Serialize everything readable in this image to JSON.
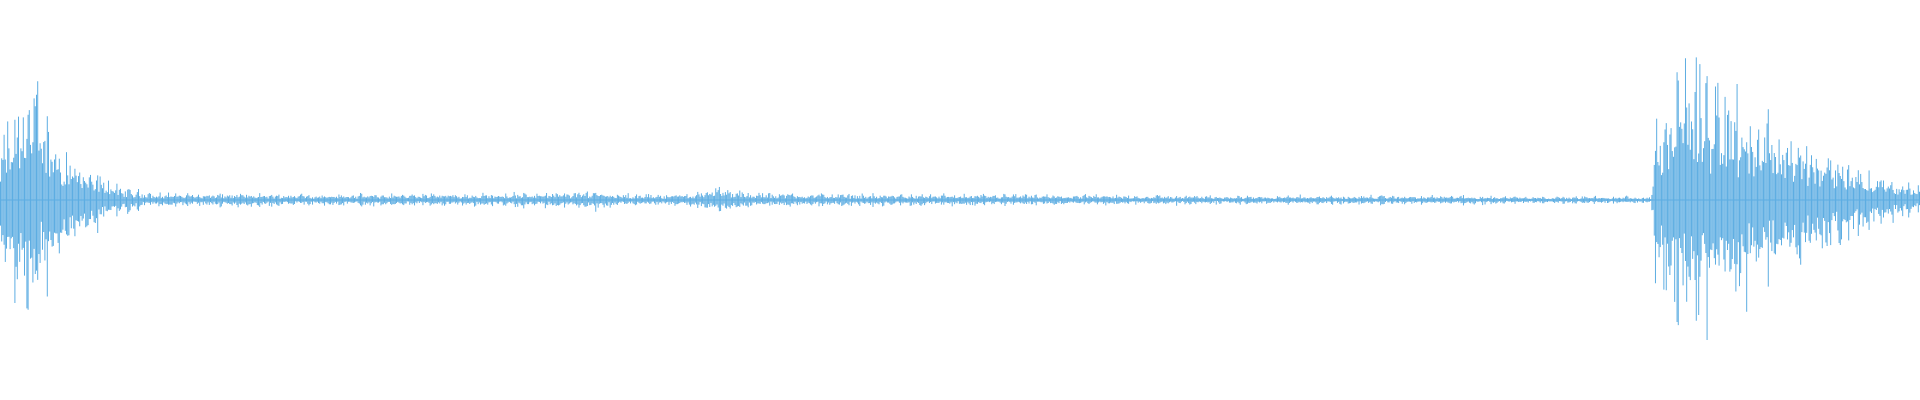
{
  "waveform": {
    "color": "#5DADE2",
    "background": "#ffffff",
    "envelope": [
      [
        0.0,
        0.4
      ],
      [
        0.004,
        0.55
      ],
      [
        0.01,
        0.72
      ],
      [
        0.014,
        0.98
      ],
      [
        0.018,
        0.8
      ],
      [
        0.022,
        0.6
      ],
      [
        0.028,
        0.5
      ],
      [
        0.035,
        0.35
      ],
      [
        0.045,
        0.22
      ],
      [
        0.052,
        0.18
      ],
      [
        0.06,
        0.1
      ],
      [
        0.07,
        0.07
      ],
      [
        0.08,
        0.05
      ],
      [
        0.1,
        0.045
      ],
      [
        0.2,
        0.04
      ],
      [
        0.3,
        0.05
      ],
      [
        0.31,
        0.07
      ],
      [
        0.33,
        0.035
      ],
      [
        0.36,
        0.045
      ],
      [
        0.37,
        0.09
      ],
      [
        0.39,
        0.05
      ],
      [
        0.45,
        0.04
      ],
      [
        0.55,
        0.035
      ],
      [
        0.65,
        0.03
      ],
      [
        0.75,
        0.03
      ],
      [
        0.82,
        0.025
      ],
      [
        0.86,
        0.025
      ],
      [
        0.863,
        0.55
      ],
      [
        0.87,
        0.7
      ],
      [
        0.878,
        0.98
      ],
      [
        0.886,
        0.88
      ],
      [
        0.9,
        0.78
      ],
      [
        0.91,
        0.7
      ],
      [
        0.925,
        0.55
      ],
      [
        0.94,
        0.42
      ],
      [
        0.955,
        0.32
      ],
      [
        0.97,
        0.22
      ],
      [
        0.985,
        0.14
      ],
      [
        1.0,
        0.1
      ]
    ],
    "sample_count": 1600
  }
}
